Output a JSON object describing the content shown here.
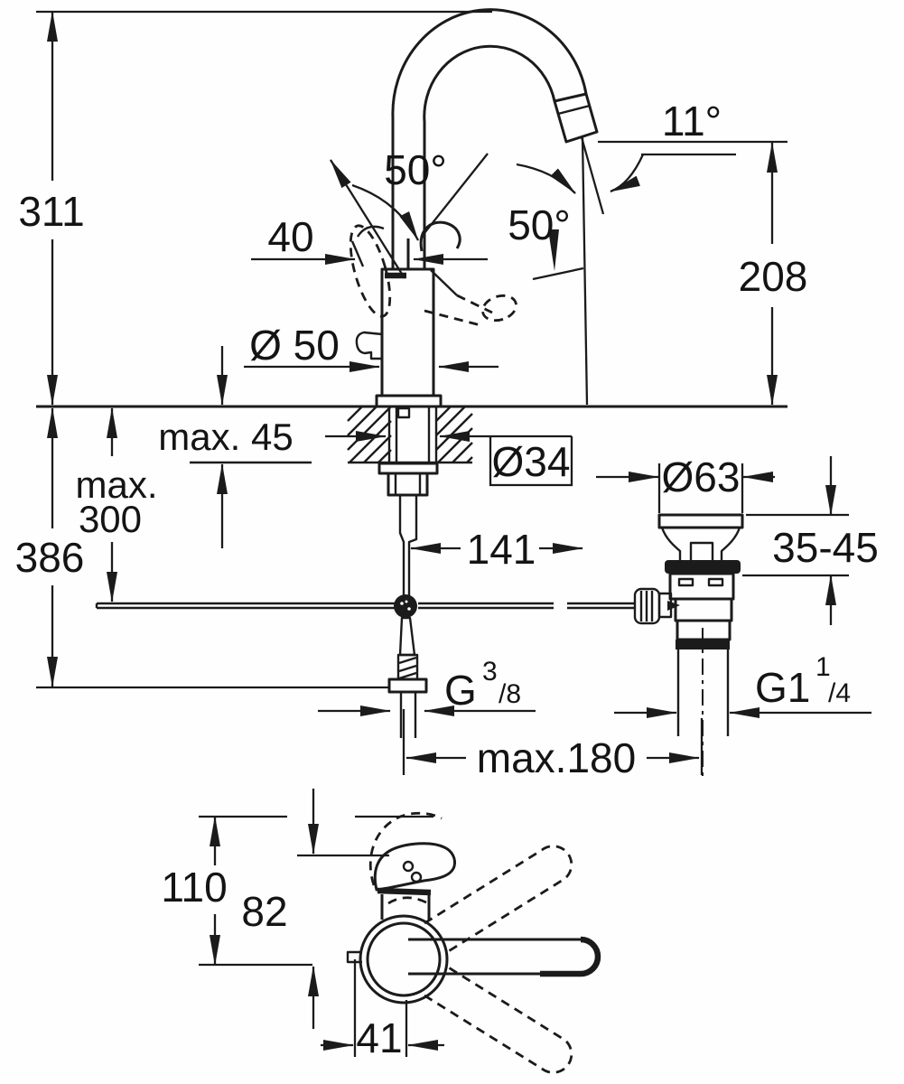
{
  "front_view": {
    "overall_height": "311",
    "spout_height": "208",
    "spout_angle": "11°",
    "handle_angle_left": "50°",
    "handle_angle_right": "50°",
    "handle_offset": "40",
    "body_diameter": "Ø 50",
    "deck_max_thickness": "max. 45",
    "hole_diameter": "Ø34",
    "rod_max_depth_word": "max.",
    "rod_max_depth_value": "300",
    "overall_depth": "386",
    "spout_reach": "141",
    "waste_flange_diameter": "Ø63",
    "waste_deck_range": "35-45",
    "supply_thread_prefix": "G",
    "supply_thread_numerator": "3",
    "supply_thread_denominator": "/8",
    "waste_thread_prefix": "G1",
    "waste_thread_numerator": "1",
    "waste_thread_denominator": "/4",
    "hose_max_spacing": "max.180"
  },
  "top_view": {
    "depth_total": "110",
    "body_front_depth": "82",
    "rod_offset": "41"
  }
}
